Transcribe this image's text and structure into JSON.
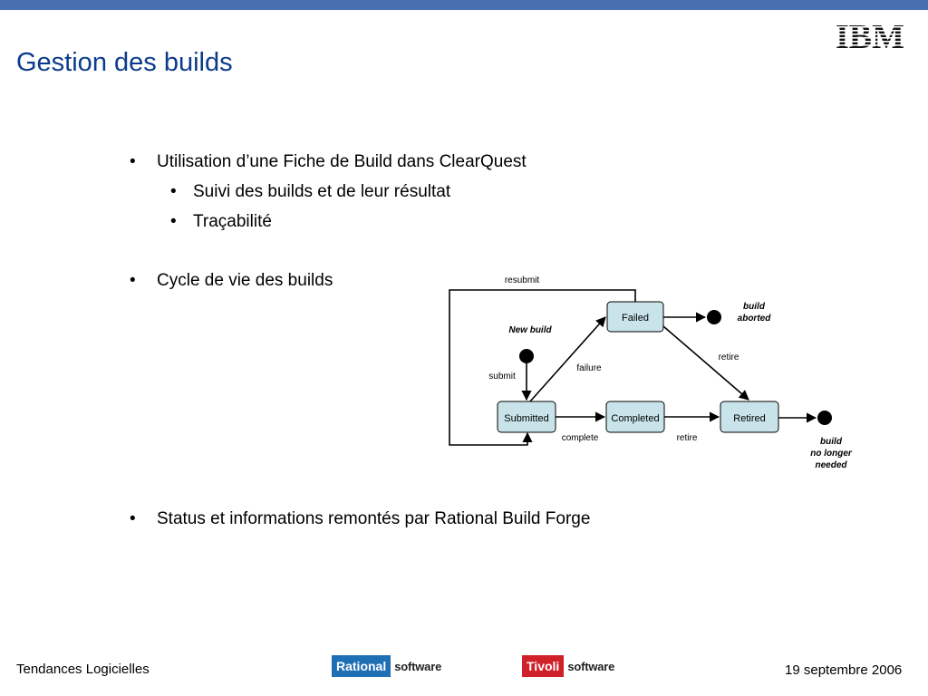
{
  "slide": {
    "title": "Gestion des builds",
    "logo_text": "IBM",
    "accent_color": "#0b3b8c",
    "bar_color": "#4a6fb0"
  },
  "bullets": {
    "b1": "Utilisation d’une Fiche de Build dans ClearQuest",
    "b1_sub1": "Suivi des builds et de leur résultat",
    "b1_sub2": "Traçabilité",
    "b2": "Cycle de vie des builds",
    "b3": "Status et informations remontés par Rational Build Forge",
    "mark": "•"
  },
  "diagram": {
    "states": {
      "submitted": "Submitted",
      "completed": "Completed",
      "retired": "Retired",
      "failed": "Failed"
    },
    "transitions": {
      "resubmit": "resubmit",
      "submit": "submit",
      "failure": "failure",
      "complete": "complete",
      "retire_top": "retire",
      "retire_bottom": "retire"
    },
    "notes": {
      "new_build": "New build",
      "aborted_1": "build",
      "aborted_2": "aborted",
      "nolonger_1": "build",
      "nolonger_2": "no longer",
      "nolonger_3": "needed"
    },
    "state_fill": "#c8e4ea"
  },
  "footer": {
    "left": "Tendances Logicielles",
    "right": "19 septembre 2006",
    "rational_brand": "Rational",
    "rational_word": "software",
    "tivoli_brand": "Tivoli",
    "tivoli_word": "software",
    "rational_color": "#1f6fb5",
    "tivoli_color": "#d0202a"
  }
}
